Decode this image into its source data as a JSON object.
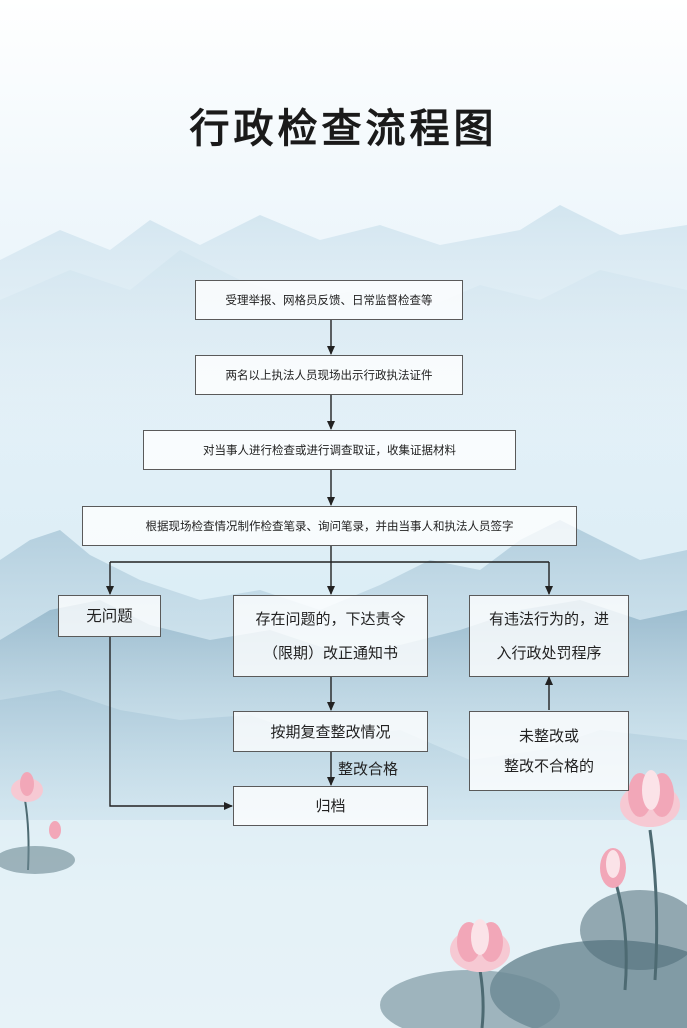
{
  "title": "行政检查流程图",
  "steps": {
    "s1": "受理举报、网格员反馈、日常监督检查等",
    "s2": "两名以上执法人员现场出示行政执法证件",
    "s3": "对当事人进行检查或进行调查取证，收集证据材料",
    "s4": "根据现场检查情况制作检查笔录、询问笔录，并由当事人和执法人员签字"
  },
  "branches": {
    "no_issue": "无问题",
    "issue_line1": "存在问题的，下达责令",
    "issue_line2": "（限期）改正通知书",
    "violation_line1": "有违法行为的，进",
    "violation_line2": "入行政处罚程序",
    "recheck": "按期复查整改情况",
    "not_fixed_line1": "未整改或",
    "not_fixed_line2": "整改不合格的",
    "archive": "归档"
  },
  "labels": {
    "rectified_ok": "整改合格"
  },
  "colors": {
    "line": "#222222",
    "box_border": "#5a5a5a"
  }
}
